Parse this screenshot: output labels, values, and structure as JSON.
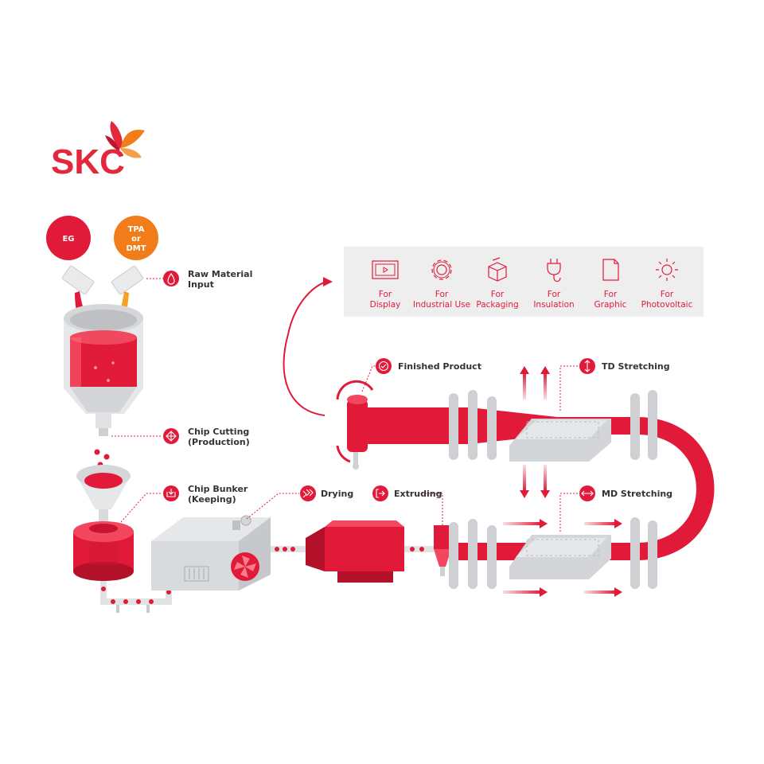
{
  "logo": {
    "text": "SKC"
  },
  "inputs": {
    "eg": "EG",
    "tpa": [
      "TPA",
      "or",
      "DMT"
    ]
  },
  "steps": {
    "raw_material": [
      "Raw Material",
      "Input"
    ],
    "chip_cutting": [
      "Chip Cutting",
      "(Production)"
    ],
    "chip_bunker": [
      "Chip Bunker",
      "(Keeping)"
    ],
    "drying": "Drying",
    "extruding": "Extruding",
    "finished_product": "Finished Product",
    "td_stretching": "TD Stretching",
    "md_stretching": "MD Stretching"
  },
  "uses": [
    {
      "icon": "display-icon",
      "line1": "For",
      "line2": "Display"
    },
    {
      "icon": "gear-icon",
      "line1": "For",
      "line2": "Industrial Use"
    },
    {
      "icon": "box-icon",
      "line1": "For",
      "line2": "Packaging"
    },
    {
      "icon": "plug-icon",
      "line1": "For",
      "line2": "Insulation"
    },
    {
      "icon": "document-icon",
      "line1": "For",
      "line2": "Graphic"
    },
    {
      "icon": "sun-icon",
      "line1": "For",
      "line2": "Photovoltaic"
    }
  ],
  "colors": {
    "brand_red": "#e21a3a",
    "dark_red": "#b3102a",
    "orange": "#f07d1a",
    "light_gray": "#eeeeee",
    "machine_gray": "#d9dadd",
    "text": "#333333"
  }
}
